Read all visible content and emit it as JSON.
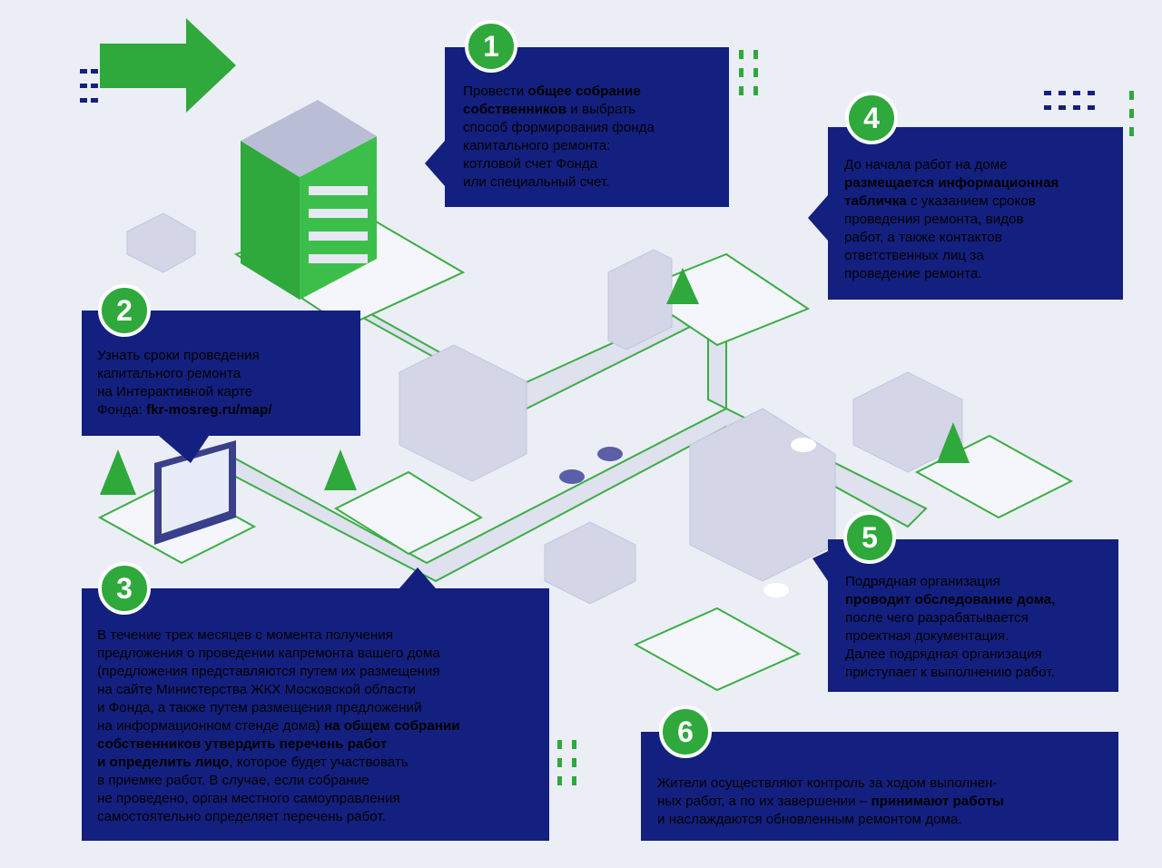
{
  "colors": {
    "box": "#13207f",
    "accent": "#2fa83c",
    "background": "#eceef6"
  },
  "steps": [
    {
      "number": "1",
      "lines": [
        [
          {
            "t": "Провести "
          },
          {
            "t": "общее собрание",
            "b": true
          }
        ],
        [
          {
            "t": "собственников",
            "b": true
          },
          {
            "t": " и выбрать"
          }
        ],
        [
          {
            "t": "способ формирования фонда"
          }
        ],
        [
          {
            "t": "капитального ремонта:"
          }
        ],
        [
          {
            "t": "котловой счет Фонда"
          }
        ],
        [
          {
            "t": "или специальный счет."
          }
        ]
      ]
    },
    {
      "number": "2",
      "lines": [
        [
          {
            "t": "Узнать сроки проведения"
          }
        ],
        [
          {
            "t": "капитального ремонта"
          }
        ],
        [
          {
            "t": "на Интерактивной карте"
          }
        ],
        [
          {
            "t": "Фонда: "
          },
          {
            "t": "fkr-mosreg.ru/map/",
            "b": true
          }
        ]
      ]
    },
    {
      "number": "3",
      "lines": [
        [
          {
            "t": "В течение трех месяцев с момента получения"
          }
        ],
        [
          {
            "t": "предложения о проведении капремонта вашего дома"
          }
        ],
        [
          {
            "t": "(предложения представляются путем их размещения"
          }
        ],
        [
          {
            "t": "на сайте Министерства ЖКХ Московской области"
          }
        ],
        [
          {
            "t": "и Фонда, а также путем размещения предложений"
          }
        ],
        [
          {
            "t": "на информационном стенде дома) "
          },
          {
            "t": "на общем собрании",
            "b": true
          }
        ],
        [
          {
            "t": "собственников утвердить перечень работ",
            "b": true
          }
        ],
        [
          {
            "t": "и определить лицо",
            "b": true
          },
          {
            "t": ", которое будет участвовать"
          }
        ],
        [
          {
            "t": "в приемке работ. В случае, если собрание"
          }
        ],
        [
          {
            "t": "не проведено, орган местного самоуправления"
          }
        ],
        [
          {
            "t": "самостоятельно определяет перечень работ."
          }
        ]
      ]
    },
    {
      "number": "4",
      "lines": [
        [
          {
            "t": "До начала работ на доме"
          }
        ],
        [
          {
            "t": "размещается информационная",
            "b": true
          }
        ],
        [
          {
            "t": "табличка",
            "b": true
          },
          {
            "t": " с указанием сроков"
          }
        ],
        [
          {
            "t": "проведения ремонта, видов"
          }
        ],
        [
          {
            "t": "работ, а также контактов"
          }
        ],
        [
          {
            "t": "ответственных лиц за"
          }
        ],
        [
          {
            "t": "проведение ремонта."
          }
        ]
      ]
    },
    {
      "number": "5",
      "lines": [
        [
          {
            "t": "Подрядная организация"
          }
        ],
        [
          {
            "t": "проводит обследование дома,",
            "b": true
          }
        ],
        [
          {
            "t": "после чего разрабатывается"
          }
        ],
        [
          {
            "t": "проектная документация."
          }
        ],
        [
          {
            "t": "Далее подрядная организация"
          }
        ],
        [
          {
            "t": "приступает к выполнению работ."
          }
        ]
      ]
    },
    {
      "number": "6",
      "lines": [
        [
          {
            "t": "Жители осуществляют контроль за ходом выполнен-"
          }
        ],
        [
          {
            "t": "ных работ, а по их завершении – "
          },
          {
            "t": "принимают работы",
            "b": true
          }
        ],
        [
          {
            "t": "и наслаждаются обновленным ремонтом дома."
          }
        ]
      ]
    }
  ]
}
